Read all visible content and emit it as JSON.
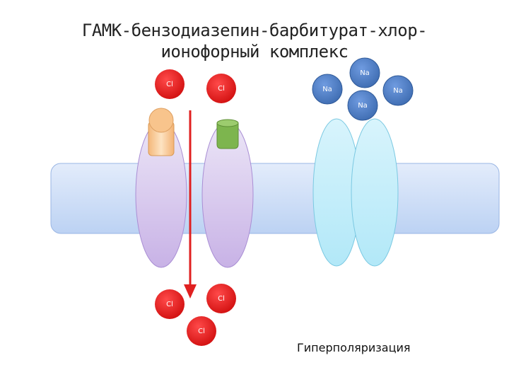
{
  "title": {
    "line1": "ГАМК-бензодиазепин-барбитурат-хлор-",
    "line2": "ионофорный комплекс"
  },
  "ions": {
    "cl_label": "Cl",
    "na_label": "Na"
  },
  "caption": "Гиперполяризация",
  "colors": {
    "cl_ion": "#e31b1b",
    "na_ion": "#4f7fc1",
    "membrane": "#cfe0f8",
    "gaba_channel": "#d8c8ee",
    "na_channel": "#c9f0fb",
    "arrow": "#e02020",
    "receptor_orange": "#f7c58c",
    "receptor_green": "#7bb04c"
  }
}
